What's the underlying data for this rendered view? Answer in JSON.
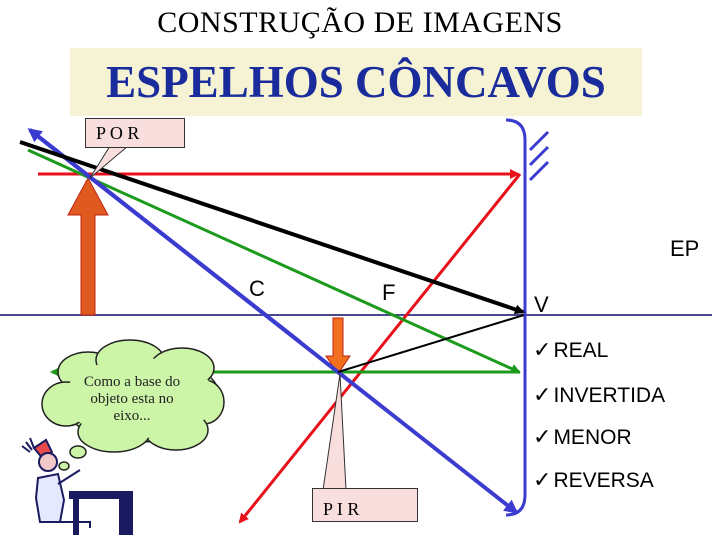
{
  "title": "CONSTRUÇÃO DE IMAGENS",
  "subtitle": "ESPELHOS CÔNCAVOS",
  "object_label": "P    O    R",
  "image_label": "P      I      R",
  "points": {
    "c": "C",
    "f": "F",
    "v": "V",
    "ep": "EP"
  },
  "properties": [
    "REAL",
    "INVERTIDA",
    "MENOR",
    "REVERSA"
  ],
  "thought_bubble": "Como a base do objeto esta no eixo...",
  "colors": {
    "title_blue": "#1a2c9c",
    "red_ray": "#e8101a",
    "green_ray": "#1c9a1c",
    "blue_ray": "#3b3bd0",
    "black_ray": "#000000",
    "object_arrow": "#e05a20",
    "image_arrow": "#f07020",
    "subtitle_bg": "#f6f3d4"
  }
}
